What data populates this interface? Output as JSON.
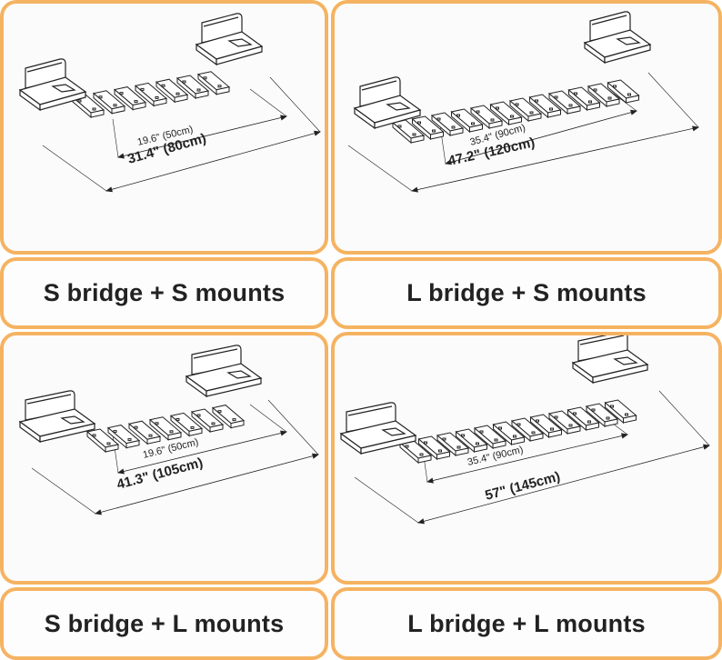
{
  "panels": [
    {
      "label": "S bridge + S mounts",
      "inner": "19.6\" (50cm)",
      "total": "31.4\" (80cm)"
    },
    {
      "label": "L bridge + S mounts",
      "inner": "35.4\" (90cm)",
      "total": "47.2\" (120cm)"
    },
    {
      "label": "S bridge + L mounts",
      "inner": "19.6\" (50cm)",
      "total": "41.3\" (105cm)"
    },
    {
      "label": "L bridge + L mounts",
      "inner": "35.4\" (90cm)",
      "total": "57\" (145cm)"
    }
  ],
  "colors": {
    "border": "#f5b362",
    "line": "#222222"
  }
}
